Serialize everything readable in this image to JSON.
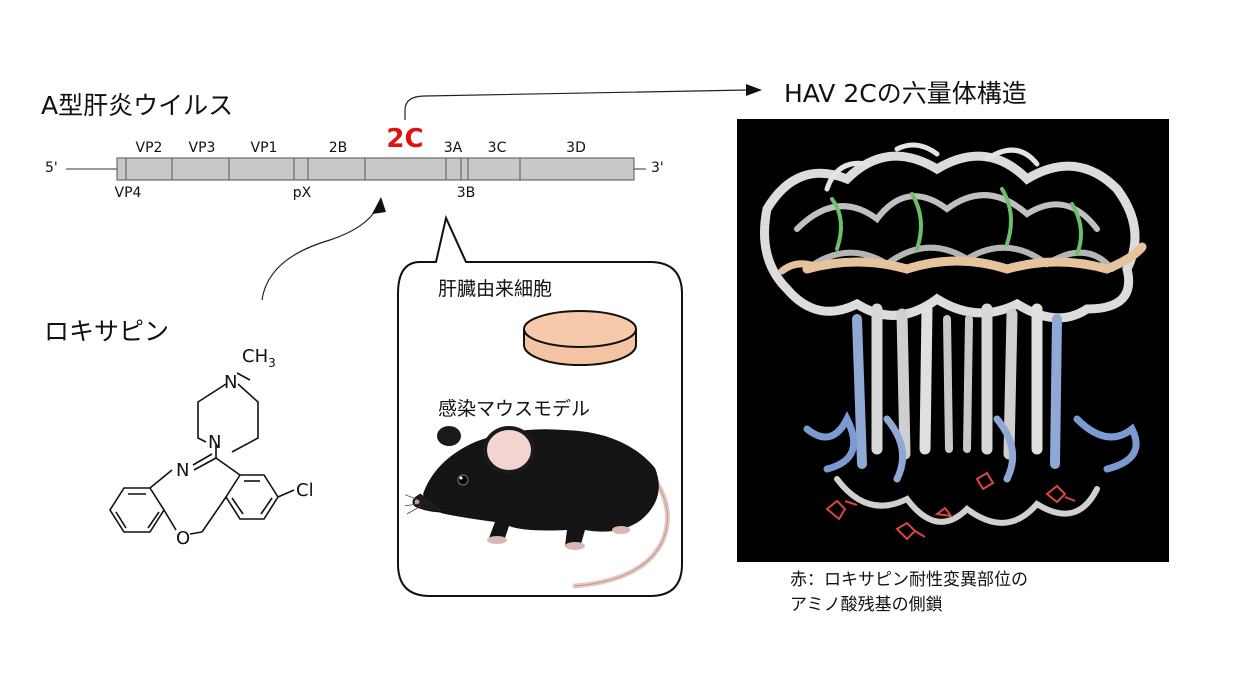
{
  "genome": {
    "title": "A型肝炎ウイルス",
    "five_prime": "5'",
    "three_prime": "3'",
    "segments_top": [
      "VP2",
      "VP3",
      "VP1",
      "2B",
      "2C",
      "3A",
      "3C",
      "3D"
    ],
    "segments_bottom": [
      "VP4",
      "pX",
      "3B"
    ],
    "highlight": "2C",
    "highlight_color": "#e0120f",
    "bar_color": "#c8c8c8"
  },
  "structure": {
    "title": "HAV 2Cの六量体構造",
    "caption_line1": "赤：ロキサピン耐性変異部位の",
    "caption_line2": "アミノ酸残基の側鎖",
    "background": "#000000"
  },
  "drug": {
    "name": "ロキサピン",
    "atoms": {
      "ch3": "CH",
      "ch3_sub": "3",
      "n_top": "N",
      "n_bottom": "N",
      "n_ring": "N",
      "cl": "Cl",
      "o": "O"
    }
  },
  "model": {
    "cell_label": "肝臓由来細胞",
    "mouse_label": "感染マウスモデル",
    "dish_color": "#f4c3a2"
  }
}
